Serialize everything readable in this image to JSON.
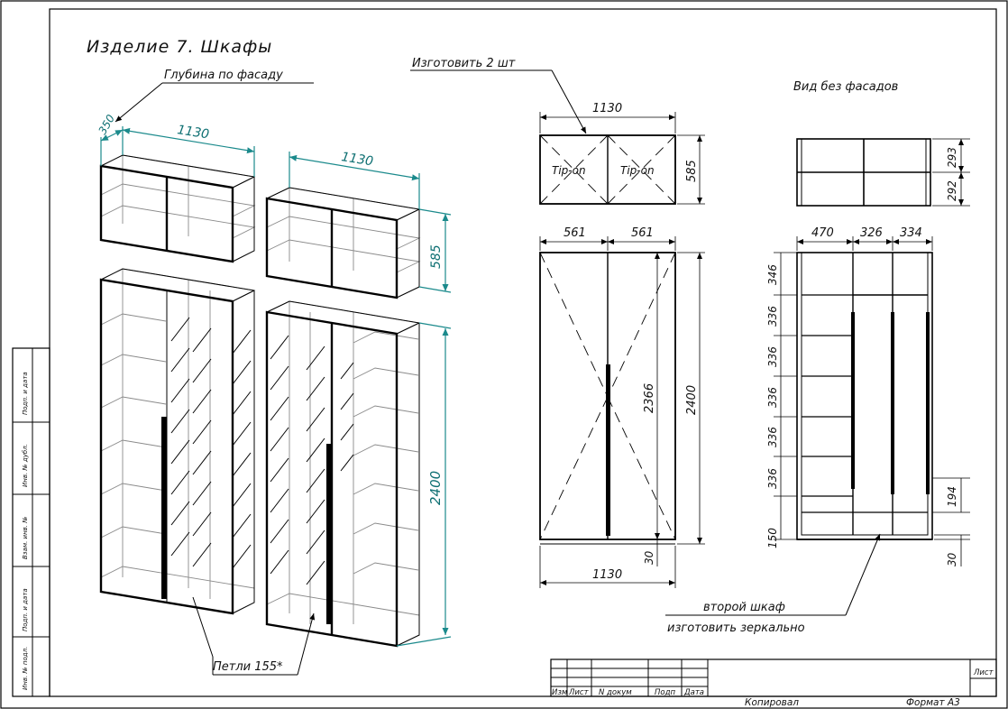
{
  "title": "Изделие 7. Шкафы",
  "notes": {
    "depth_by_facade": "Глубина по фасаду",
    "make_two": "Изготовить 2 шт",
    "view_without_facades": "Вид без фасадов",
    "hinges": "Петли 155*",
    "second_cabinet": "второй шкаф",
    "make_mirrored": "изготовить зеркально",
    "tip_on_left": "Tip-on",
    "tip_on_right": "Tip-on"
  },
  "isometric_dims": {
    "depth_top": "350",
    "width_upper_left": "1130",
    "width_upper_right": "1130",
    "height_upper": "585",
    "height_tall": "2400"
  },
  "front_view_upper": {
    "width": "1130",
    "height": "585"
  },
  "front_view_tall": {
    "door_left": "561",
    "door_right": "561",
    "inner_height": "2366",
    "height": "2400",
    "width": "1130",
    "plinth": "30"
  },
  "view_no_facades_upper": {
    "top_shelf": "293",
    "bottom_shelf": "292"
  },
  "view_no_facades_tall": {
    "section_left": "470",
    "section_mid": "326",
    "section_right": "334",
    "shelves": [
      "346",
      "336",
      "336",
      "336",
      "336",
      "336"
    ],
    "bottom_gap": "150",
    "drawer": "194",
    "plinth": "30"
  },
  "side_stamp": [
    "Инв. № подл.",
    "Подп. и дата",
    "Взам. инв. №",
    "Инв. № дубл.",
    "Подп. и дата"
  ],
  "title_block": {
    "cols": [
      "Изм",
      "Лист",
      "N докум",
      "Подп",
      "Дата"
    ],
    "sheet": "Лист",
    "copied": "Копировал",
    "format": "Формат А3"
  }
}
